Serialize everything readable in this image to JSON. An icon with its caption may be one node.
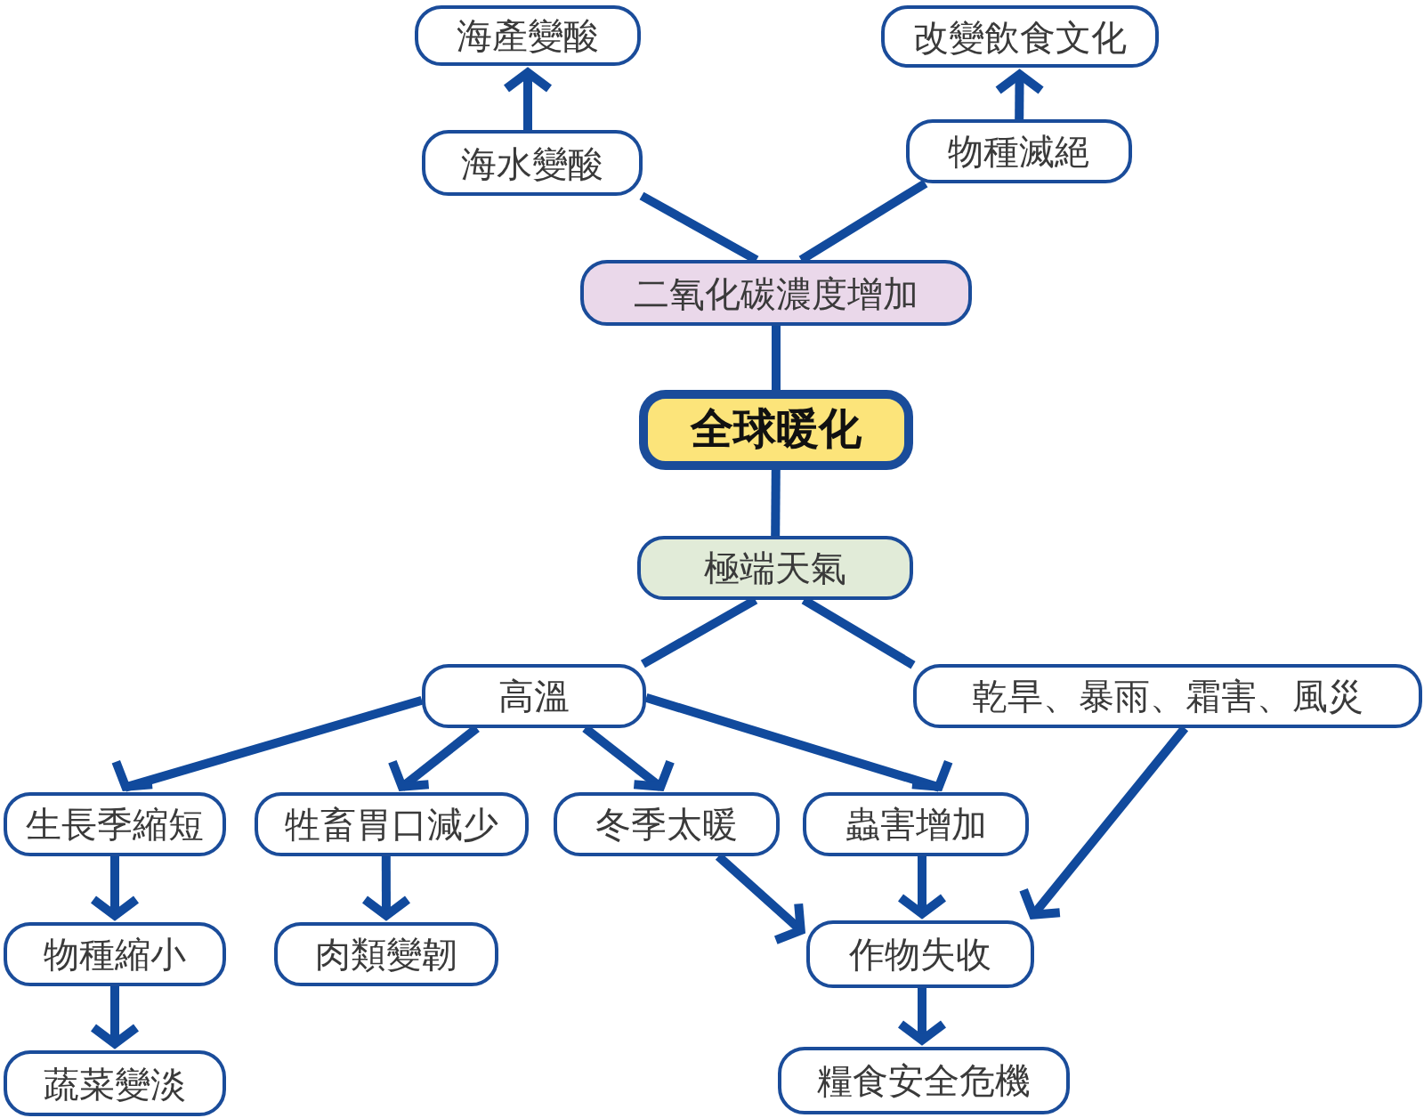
{
  "diagram": {
    "nodes": [
      {
        "text": [
          "海產變酸"
        ]
      },
      {
        "text": [
          "改變飲食文化"
        ]
      },
      {
        "text": [
          "海水變酸"
        ]
      },
      {
        "text": [
          "物種滅絕"
        ]
      },
      {
        "text": [
          "二氧化碳濃度增加"
        ]
      },
      {
        "text": [
          "全球暖化"
        ]
      },
      {
        "text": [
          "極端天氣"
        ]
      },
      {
        "text": [
          "高溫"
        ]
      },
      {
        "text": [
          "乾旱、暴雨、霜害、風災"
        ]
      },
      {
        "text": [
          "生長季縮短"
        ]
      },
      {
        "text": [
          "牲畜胃口減少"
        ]
      },
      {
        "text": [
          "冬季太暖"
        ]
      },
      {
        "text": [
          "蟲害增加"
        ]
      },
      {
        "text": [
          "物種縮小"
        ]
      },
      {
        "text": [
          "肉類變韌"
        ]
      },
      {
        "text": [
          "作物失收"
        ]
      },
      {
        "text": [
          "蔬菜變淡"
        ]
      },
      {
        "text": [
          "糧食安全危機"
        ]
      }
    ],
    "edges": [
      {
        "from": 2,
        "to": 0,
        "arrow": "to"
      },
      {
        "from": 3,
        "to": 1,
        "arrow": "to"
      },
      {
        "from": 4,
        "to": 2,
        "arrow": "none"
      },
      {
        "from": 4,
        "to": 3,
        "arrow": "none"
      },
      {
        "from": 4,
        "to": 5,
        "arrow": "none"
      },
      {
        "from": 5,
        "to": 6,
        "arrow": "none"
      },
      {
        "from": 6,
        "to": 7,
        "arrow": "none"
      },
      {
        "from": 6,
        "to": 8,
        "arrow": "none"
      },
      {
        "from": 7,
        "to": 9,
        "arrow": "to"
      },
      {
        "from": 7,
        "to": 10,
        "arrow": "to"
      },
      {
        "from": 7,
        "to": 11,
        "arrow": "to"
      },
      {
        "from": 7,
        "to": 12,
        "arrow": "to"
      },
      {
        "from": 9,
        "to": 13,
        "arrow": "to"
      },
      {
        "from": 10,
        "to": 14,
        "arrow": "to"
      },
      {
        "from": 13,
        "to": 16,
        "arrow": "to"
      },
      {
        "from": 11,
        "to": 15,
        "arrow": "to"
      },
      {
        "from": 12,
        "to": 15,
        "arrow": "to"
      },
      {
        "from": 8,
        "to": 15,
        "arrow": "to"
      },
      {
        "from": 15,
        "to": 17,
        "arrow": "to"
      }
    ]
  }
}
